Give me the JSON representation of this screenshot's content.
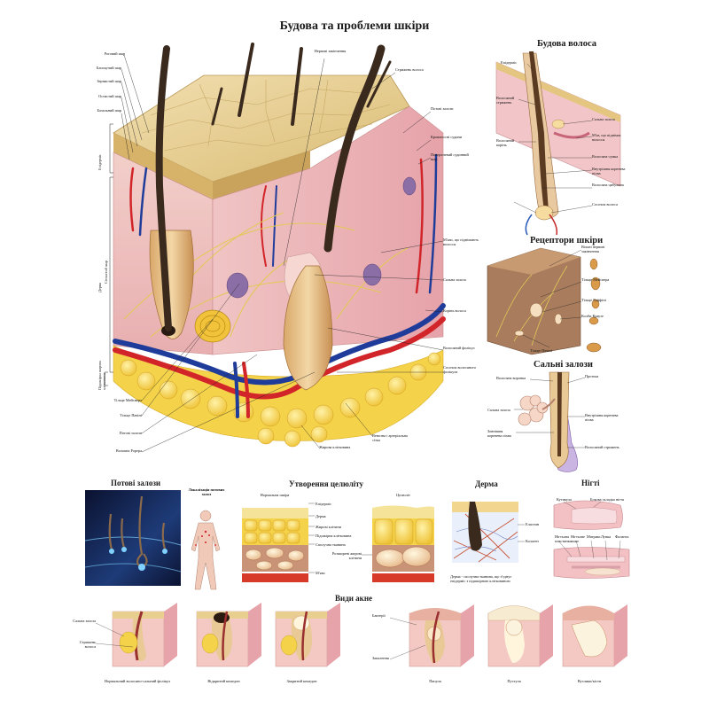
{
  "title": "Будова та проблеми шкіри",
  "main": {
    "left_labels": [
      "Роговий шар",
      "Блискучий шар",
      "Зернистий шар",
      "Остистий шар",
      "Базальний шар"
    ],
    "layer_labels": [
      "Епідерміс",
      "Дерма",
      "Сітчастий шар",
      "Підшкірна жирова клітковина"
    ],
    "top_labels": [
      "Нервові закінчення",
      "Стрижень волоса"
    ],
    "right_labels": [
      "Потові залози",
      "Кровоносні судини",
      "Поверхневий судинний шар",
      "М'язи, що піднімають волосся",
      "Сальна залоза",
      "Корінь волоса",
      "Волосяний фолікул",
      "Сосочок волосяного фолікула"
    ],
    "bottom_labels": [
      "Тільце Мейснера",
      "Тільце Пачіні",
      "Потові залози",
      "Волокна Рорера",
      "Жирова клітковина",
      "Венозна і артеріальна сітка"
    ]
  },
  "hair": {
    "title": "Будова волоса",
    "labels": [
      "Епідерміс",
      "Волосяний стрижень",
      "Сальна залоза",
      "М'яз, що піднімає волосся",
      "Волосяний корінь",
      "Волосяна сумка",
      "Внутрішня коренева піхва",
      "Волосяна цибулина",
      "Сосочок волоса"
    ]
  },
  "receptors": {
    "title": "Рецептори шкіри",
    "labels": [
      "Вільні нервові закінчення",
      "Тільце Мейснера",
      "Тільце Руффіні",
      "Колби Краузе",
      "Тільце Пачіні"
    ]
  },
  "sebaceous": {
    "title": "Сальні залози",
    "labels": [
      "Волосяна воронка",
      "Протока",
      "Сальна залоза",
      "Внутрішня коренева піхва",
      "Зовнішня коренева піхва",
      "Волосяний стрижень"
    ]
  },
  "sweat": {
    "title": "Потові залози"
  },
  "localization": {
    "title": "Локалізація потових залоз"
  },
  "cellulite": {
    "title": "Утворення целюліту",
    "normal": "Нормальна шкіра",
    "cellulite": "Целюліт",
    "labels": [
      "Епідерміс",
      "Дерма",
      "Жирові клітини",
      "Підшкірна клітковина",
      "Сполучна тканина",
      "М'язи",
      "Розширені жирові клітини"
    ]
  },
  "derma": {
    "title": "Дерма",
    "labels": [
      "Еластин",
      "Колаген"
    ],
    "caption": "Дерма - сполучна тканина, що з'єднує епідерміс з підшкірною клітковиною"
  },
  "nails": {
    "title": "Нігті",
    "labels": [
      "Кутикула",
      "Бокова складка нігтя",
      "Нігтьова пластинка",
      "Нігтьове ложе",
      "Матрикс",
      "Лунка",
      "Фаланга"
    ]
  },
  "acne": {
    "title": "Види акне",
    "captions": [
      "Нормальний волосяно-сальний фолікул",
      "Відкритий комедон",
      "Закритий комедон",
      "Папула",
      "Пустула",
      "Вузлики/кісти"
    ],
    "side_labels": [
      "Сальна залоза",
      "Стрижень волоса",
      "Бактерії",
      "Запалення"
    ]
  },
  "colors": {
    "skin": "#f1c9c4",
    "epidermis": "#e8cf8f",
    "fat": "#f4d34a",
    "artery": "#d2252a",
    "vein": "#1f3c9a",
    "hair": "#3a2a1e",
    "nerve": "#e2c95a"
  }
}
